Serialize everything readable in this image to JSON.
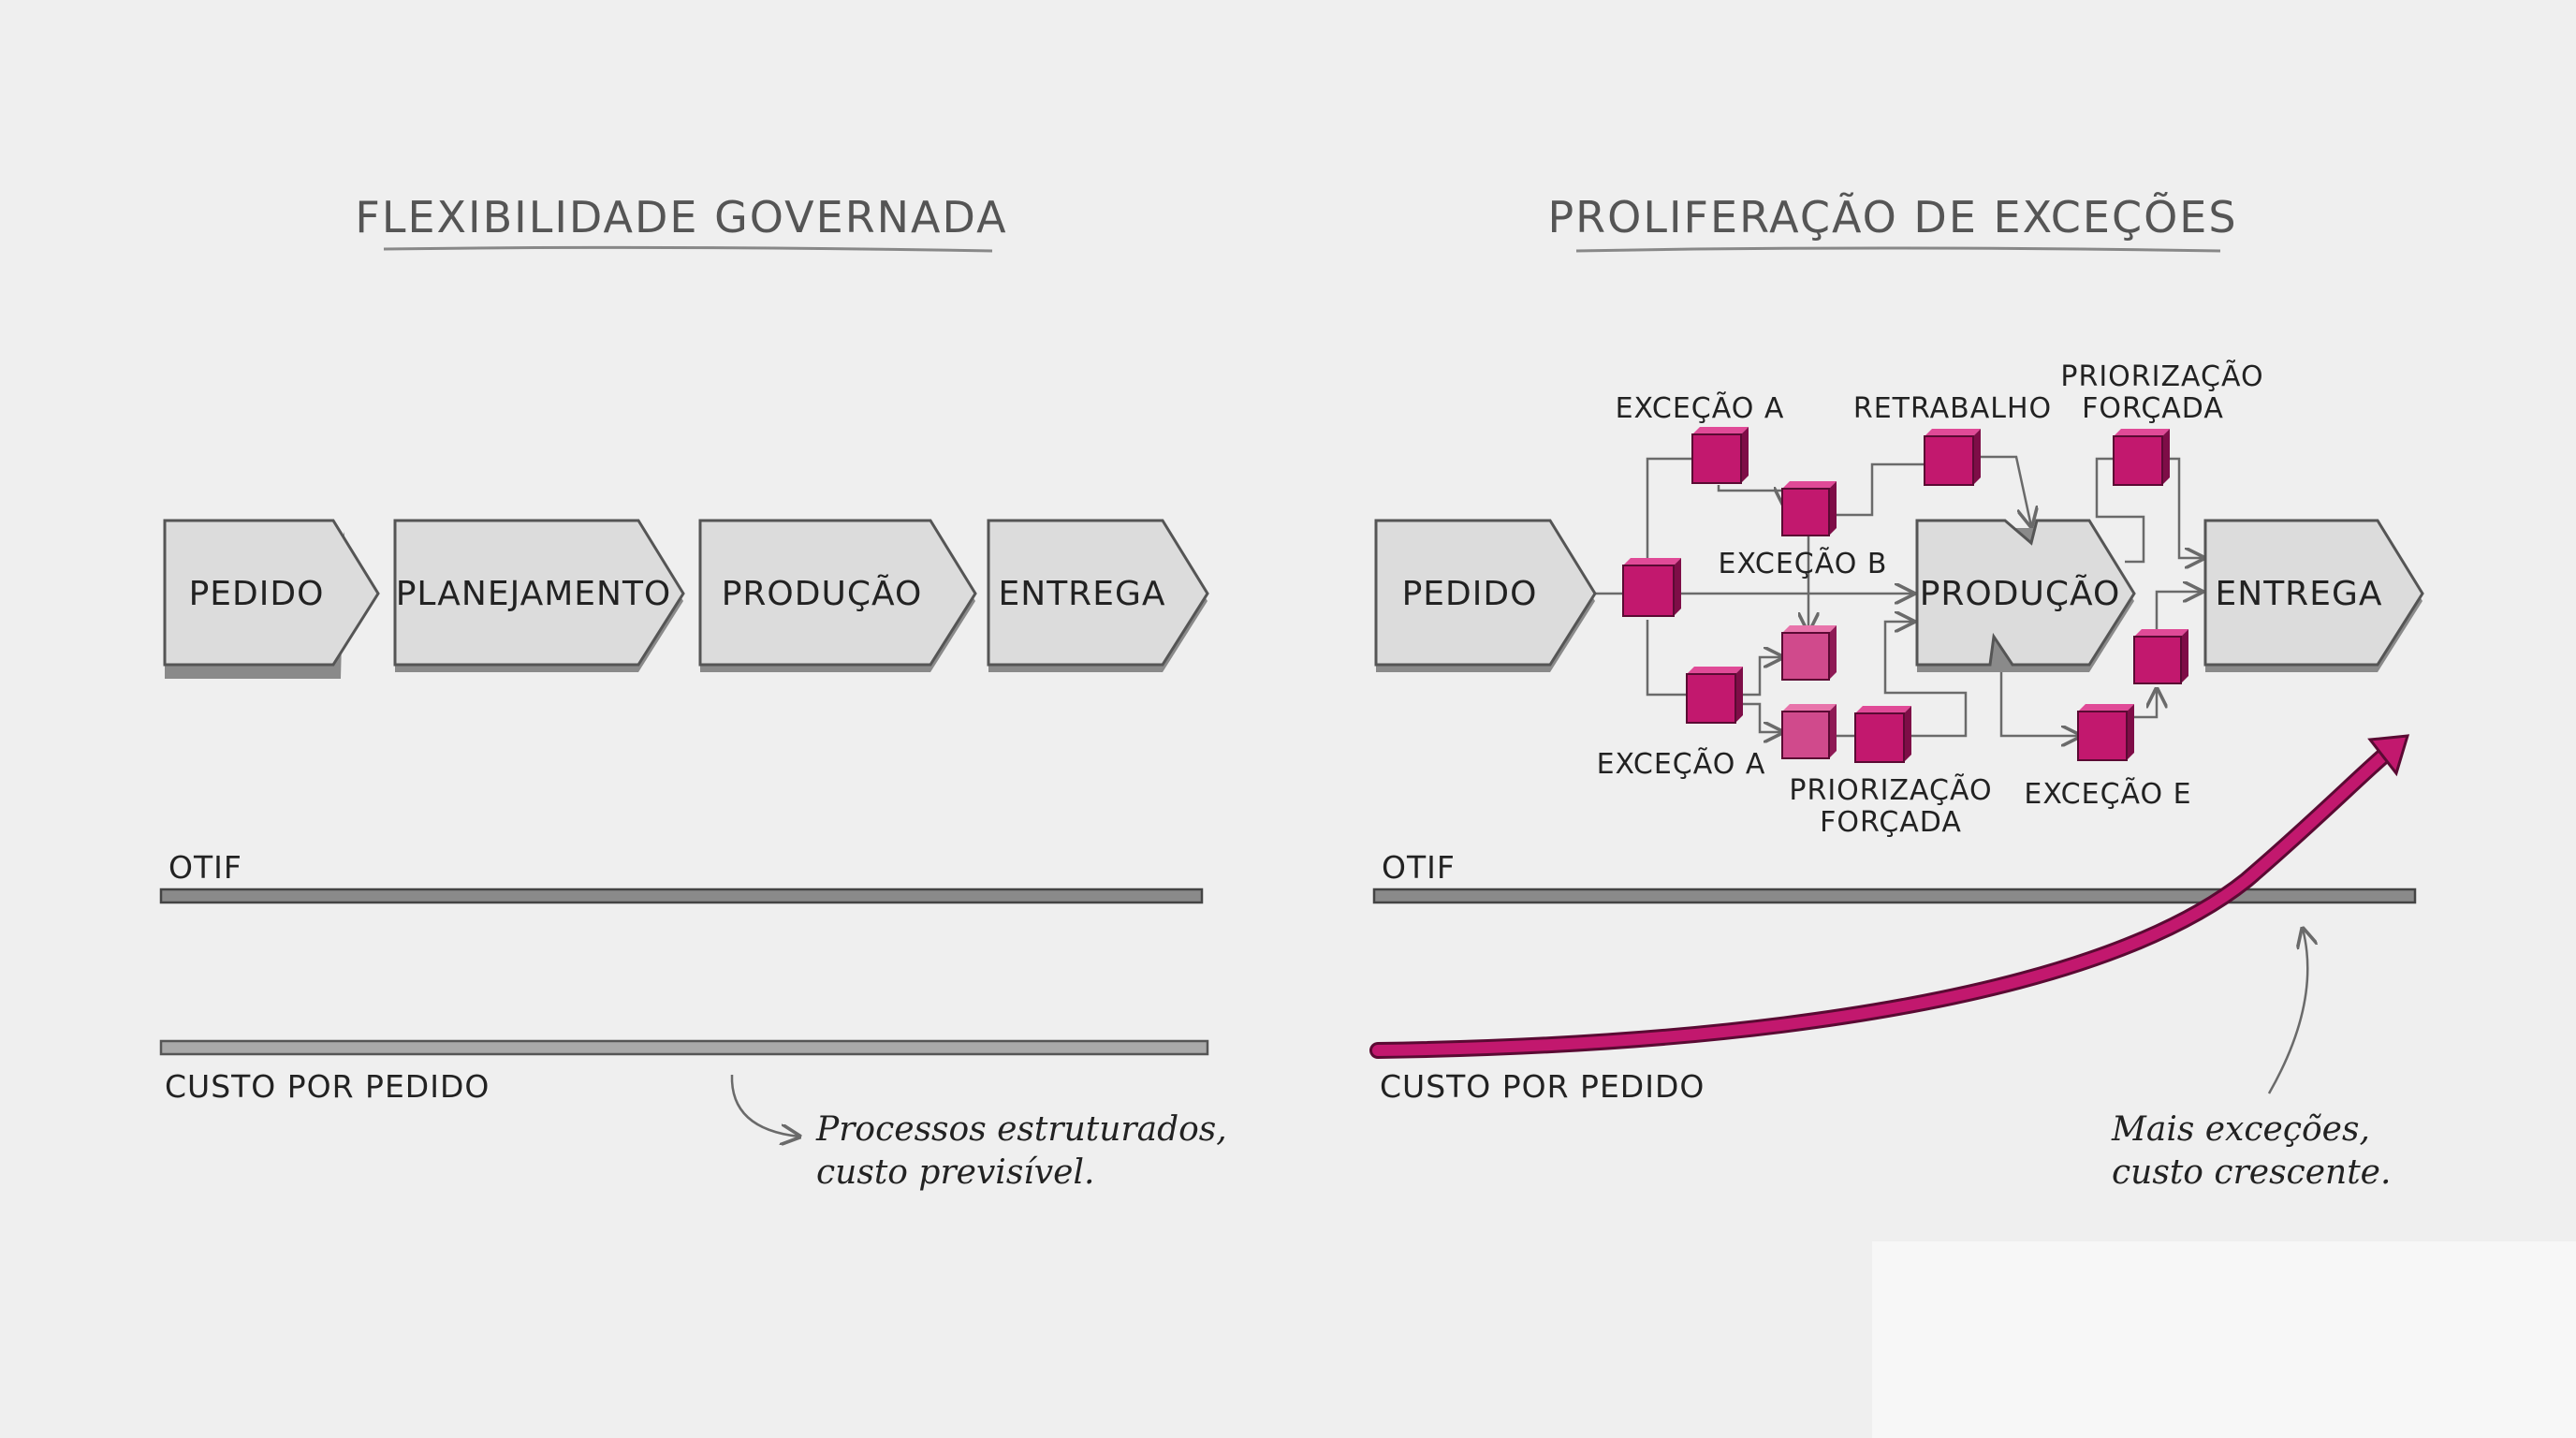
{
  "left_panel": {
    "title": "FLEXIBILIDADE GOVERNADA",
    "stages": [
      "PEDIDO",
      "PLANEJAMENTO",
      "PRODUÇÃO",
      "ENTREGA"
    ],
    "metric_otif": "OTIF",
    "metric_cost": "CUSTO POR PEDIDO",
    "note_line1": "Processos estruturados,",
    "note_line2": "custo previsível."
  },
  "right_panel": {
    "title": "PROLIFERAÇÃO DE EXCEÇÕES",
    "stages": [
      "PEDIDO",
      "PRODUÇÃO",
      "ENTREGA"
    ],
    "exceptions": {
      "excecao_a_top": "EXCEÇÃO A",
      "retrabalho": "RETRABALHO",
      "priorizacao_top_line1": "PRIORIZAÇÃO",
      "priorizacao_top_line2": "FORÇADA",
      "excecao_b": "EXCEÇÃO B",
      "excecao_a_bottom": "EXCEÇÃO A",
      "priorizacao_bottom_line1": "PRIORIZAÇÃO",
      "priorizacao_bottom_line2": "FORÇADA",
      "excecao_e": "EXCEÇÃO E"
    },
    "metric_otif": "OTIF",
    "metric_cost": "CUSTO POR PEDIDO",
    "note_line1": "Mais exceções,",
    "note_line2": "custo crescente."
  },
  "colors": {
    "accent": "#c2186e",
    "accent_dark": "#7e0d47",
    "chevron_fill": "#dcdcdc",
    "chevron_shadow": "#8a8a8a",
    "background": "#efefef"
  }
}
